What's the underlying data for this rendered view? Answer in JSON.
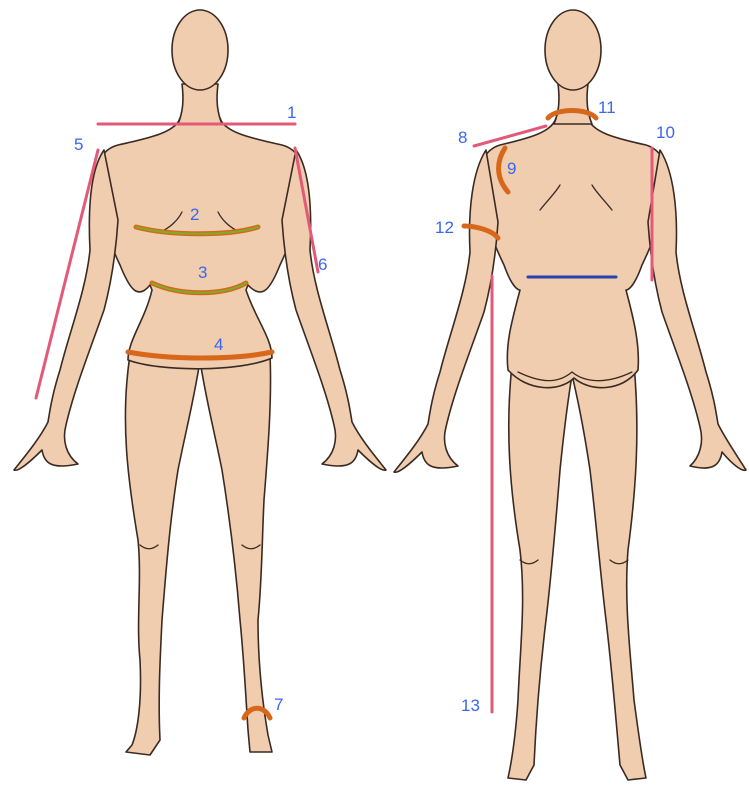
{
  "labels": {
    "m1": "1",
    "m2": "2",
    "m3": "3",
    "m4": "4",
    "m5": "5",
    "m6": "6",
    "m7": "7",
    "m8": "8",
    "m9": "9",
    "m10": "10",
    "m11": "11",
    "m12": "12",
    "m13": "13"
  },
  "colors": {
    "skin": "#f1cdb0",
    "outline": "#3a2a22",
    "label": "#3a66ee",
    "length_line": "#e35a78",
    "girth_line": "#d7681b",
    "girth_highlight": "#7cae2a",
    "back_line": "#2a3fb0"
  }
}
